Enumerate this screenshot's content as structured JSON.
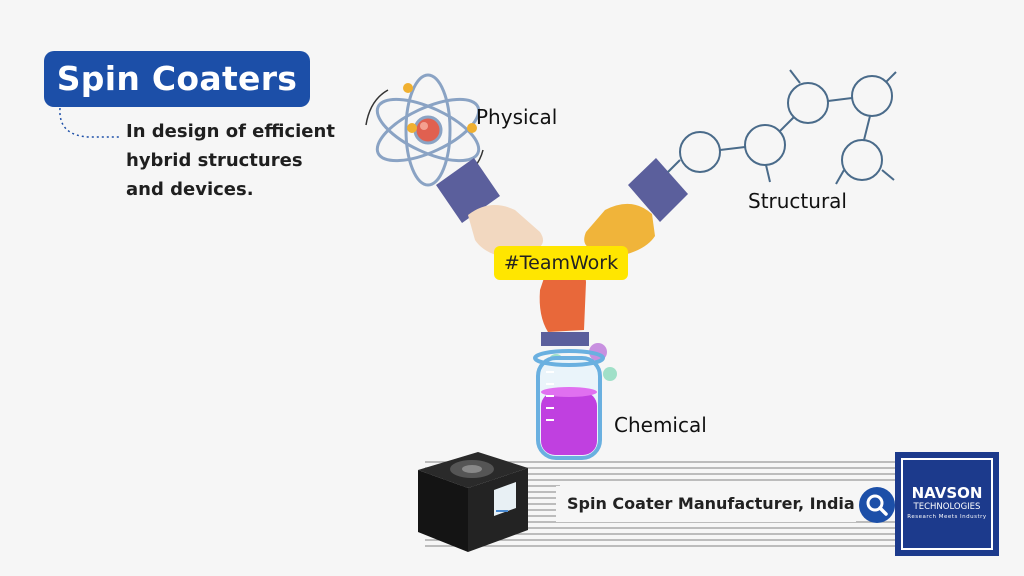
{
  "title": "Spin Coaters",
  "description": [
    "In design of efficient",
    "hybrid structures",
    "and devices."
  ],
  "labels": {
    "physical": "Physical",
    "structural": "Structural",
    "chemical": "Chemical",
    "teamwork": "#TeamWork"
  },
  "banner": {
    "text": "Spin Coater Manufacturer, India",
    "search_icon": "search-icon"
  },
  "logo": {
    "name": "NAVSON",
    "subtitle": "TECHNOLOGIES",
    "tagline": "Research Meets Industry"
  },
  "colors": {
    "brand_blue": "#1c4fa8",
    "logo_blue": "#1c3a8c",
    "highlight_yellow": "#ffe600",
    "background": "#f6f6f6"
  }
}
